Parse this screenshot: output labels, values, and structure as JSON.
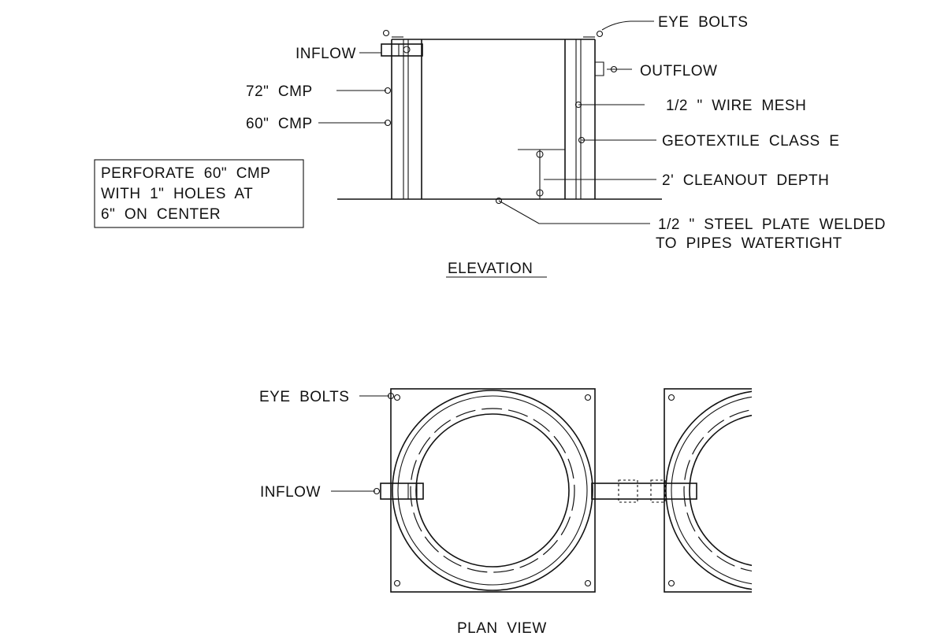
{
  "elevation": {
    "title": "ELEVATION",
    "labels": {
      "inflow": "INFLOW",
      "cmp72": "72\"  CMP",
      "cmp60": "60\"  CMP",
      "eye_bolts": "EYE  BOLTS",
      "outflow": "OUTFLOW",
      "wire_mesh": "1/2  \"  WIRE  MESH",
      "geotextile": "GEOTEXTILE  CLASS  E",
      "cleanout": "2'  CLEANOUT  DEPTH",
      "steel_plate_1": "1/2  \"  STEEL  PLATE  WELDED",
      "steel_plate_2": "TO  PIPES  WATERTIGHT"
    },
    "note": {
      "line1": "PERFORATE  60\"  CMP",
      "line2": "WITH  1\"  HOLES  AT",
      "line3": "6\"  ON  CENTER"
    }
  },
  "plan": {
    "title": "PLAN  VIEW",
    "labels": {
      "eye_bolts": "EYE  BOLTS",
      "inflow": "INFLOW"
    }
  }
}
